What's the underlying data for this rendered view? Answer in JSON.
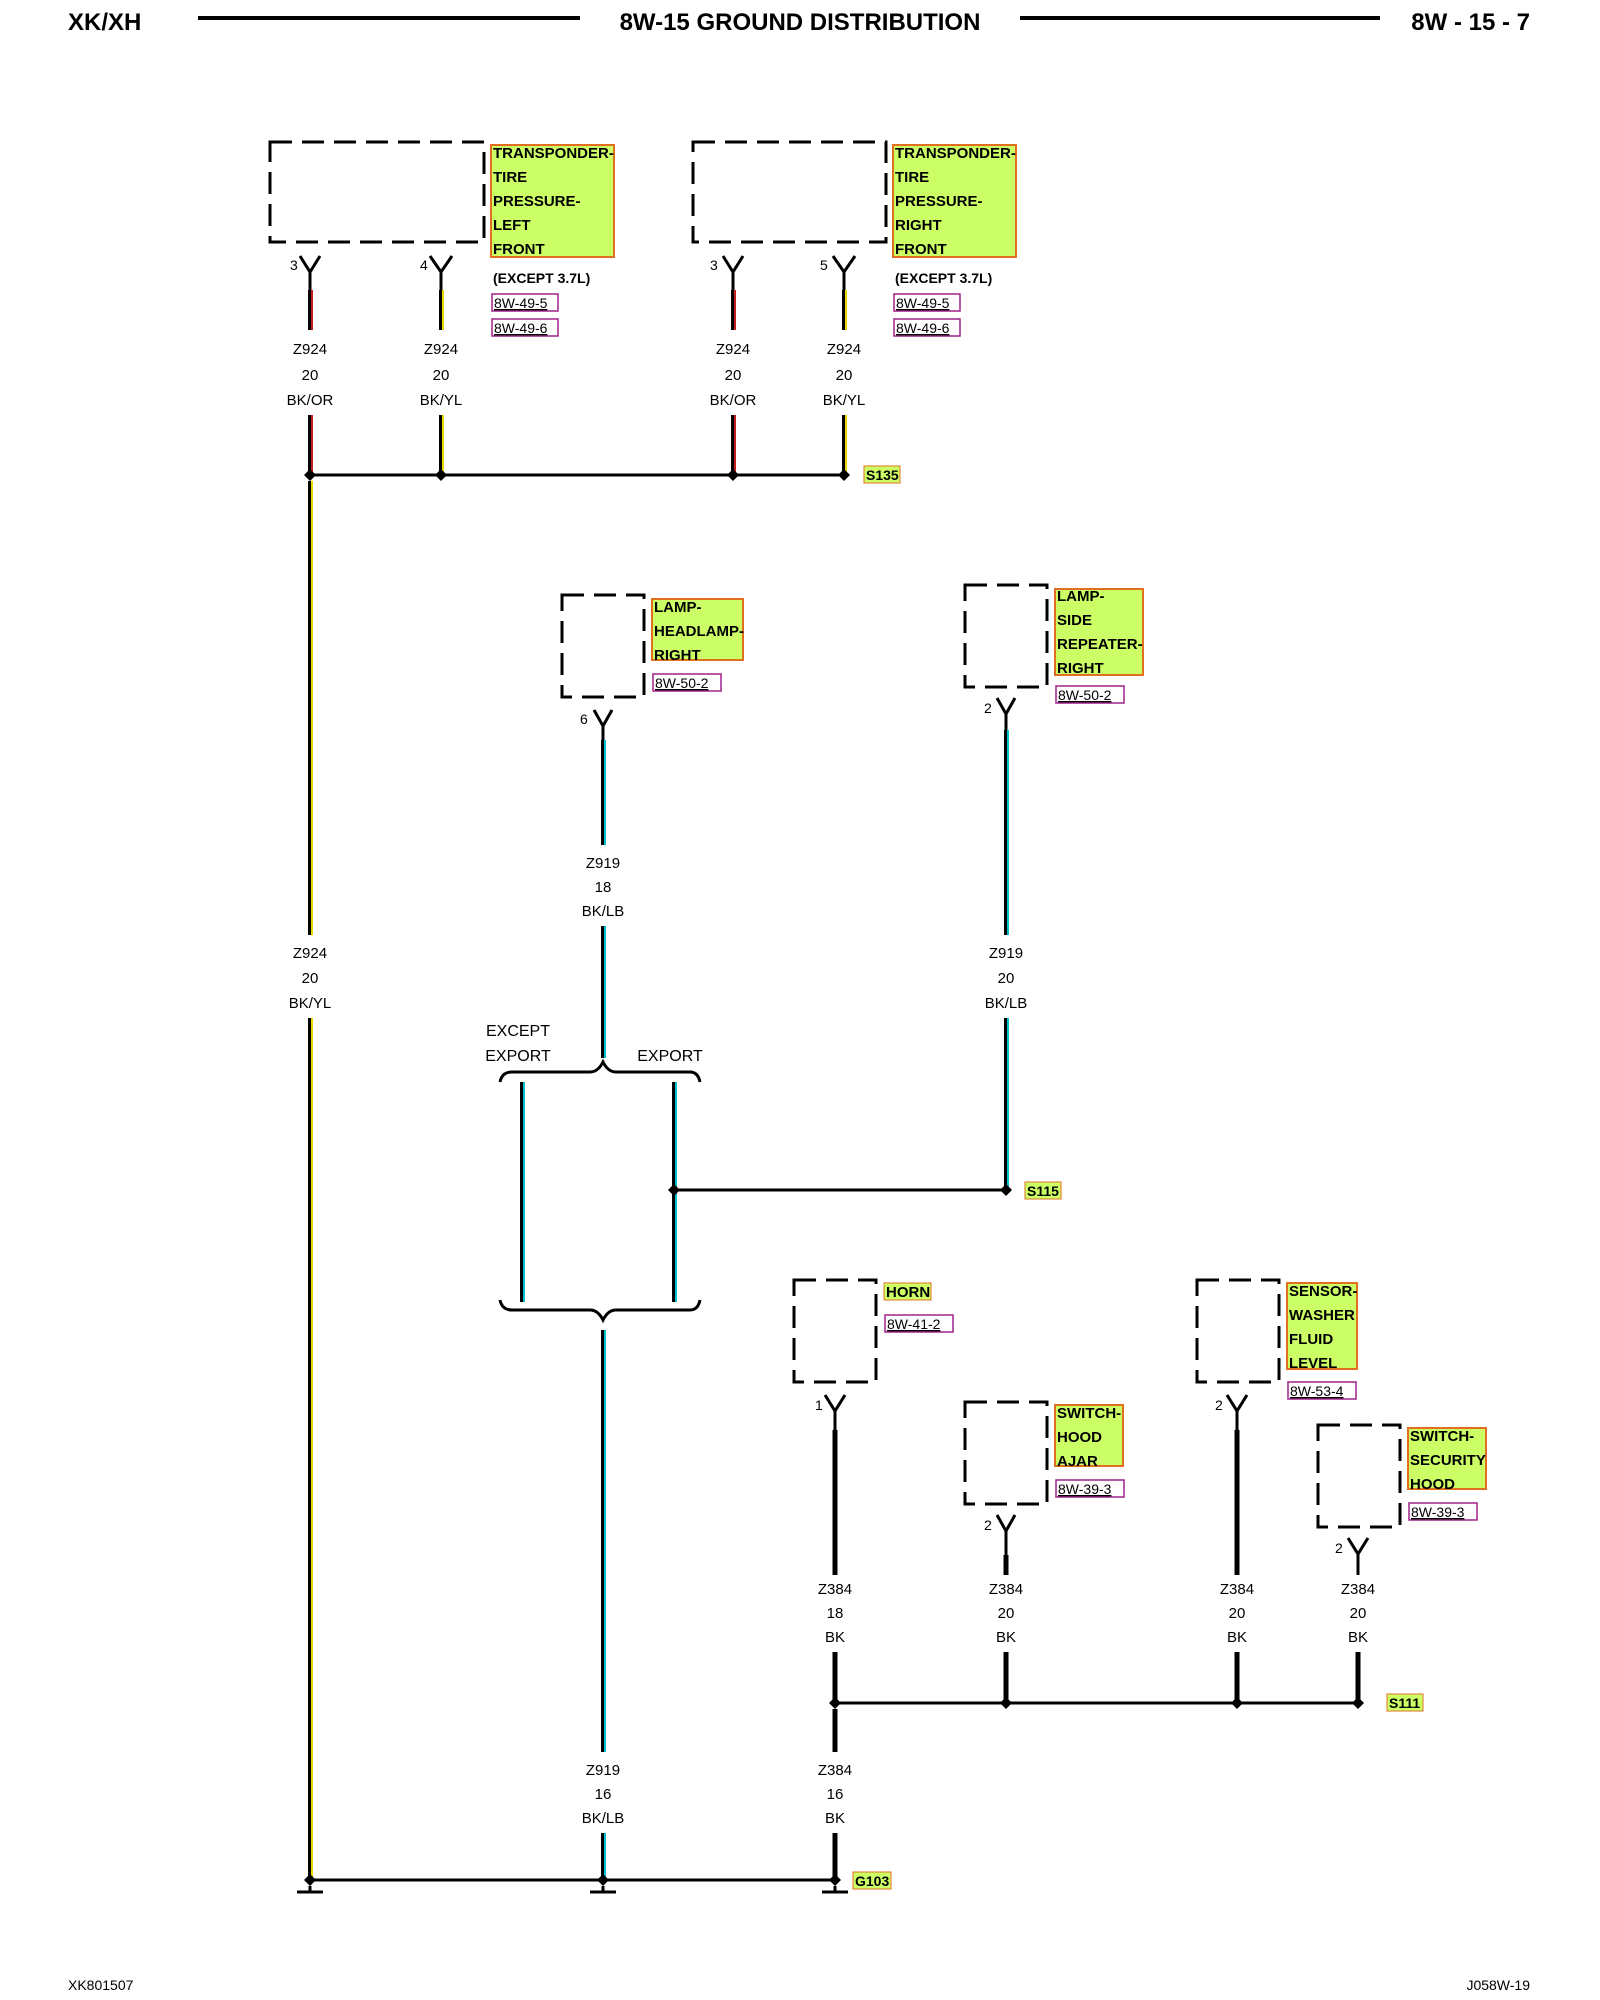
{
  "header": {
    "left": "XK/XH",
    "center": "8W-15 GROUND DISTRIBUTION",
    "right": "8W - 15 - 7"
  },
  "footer": {
    "left": "XK801507",
    "right": "J058W-19"
  },
  "colors": {
    "label_fill": "#ccff66",
    "label_border": "#e07020",
    "ref_border": "#a0208a",
    "wire_yellow": "#e8d800",
    "wire_red": "#c02020",
    "wire_blue": "#00c0d0",
    "ink": "#000000"
  },
  "components": {
    "tpms_lf": {
      "name_lines": [
        "TRANSPONDER-",
        "TIRE",
        "PRESSURE-",
        "LEFT",
        "FRONT"
      ],
      "note": "(EXCEPT 3.7L)",
      "refs": [
        "8W-49-5",
        "8W-49-6"
      ],
      "pins": [
        "3",
        "4"
      ]
    },
    "tpms_rf": {
      "name_lines": [
        "TRANSPONDER-",
        "TIRE",
        "PRESSURE-",
        "RIGHT",
        "FRONT"
      ],
      "note": "(EXCEPT 3.7L)",
      "refs": [
        "8W-49-5",
        "8W-49-6"
      ],
      "pins": [
        "3",
        "5"
      ]
    },
    "headlamp_r": {
      "name_lines": [
        "LAMP-",
        "HEADLAMP-",
        "RIGHT"
      ],
      "refs": [
        "8W-50-2"
      ],
      "pins": [
        "6"
      ]
    },
    "side_repeater_r": {
      "name_lines": [
        "LAMP-",
        "SIDE",
        "REPEATER-",
        "RIGHT"
      ],
      "refs": [
        "8W-50-2"
      ],
      "pins": [
        "2"
      ]
    },
    "horn": {
      "name_lines": [
        "HORN"
      ],
      "refs": [
        "8W-41-2"
      ],
      "pins": [
        "1"
      ]
    },
    "hood_ajar": {
      "name_lines": [
        "SWITCH-",
        "HOOD",
        "AJAR"
      ],
      "refs": [
        "8W-39-3"
      ],
      "pins": [
        "2"
      ]
    },
    "washer_sensor": {
      "name_lines": [
        "SENSOR-",
        "WASHER",
        "FLUID",
        "LEVEL"
      ],
      "refs": [
        "8W-53-4"
      ],
      "pins": [
        "2"
      ]
    },
    "security_hood": {
      "name_lines": [
        "SWITCH-",
        "SECURITY",
        "HOOD"
      ],
      "refs": [
        "8W-39-3"
      ],
      "pins": [
        "2"
      ]
    }
  },
  "wires": {
    "w1": [
      "Z924",
      "20",
      "BK/OR"
    ],
    "w2": [
      "Z924",
      "20",
      "BK/YL"
    ],
    "w3": [
      "Z924",
      "20",
      "BK/OR"
    ],
    "w4": [
      "Z924",
      "20",
      "BK/YL"
    ],
    "w5": [
      "Z924",
      "20",
      "BK/YL"
    ],
    "w6": [
      "Z919",
      "18",
      "BK/LB"
    ],
    "w7": [
      "Z919",
      "20",
      "BK/LB"
    ],
    "w8": [
      "Z919",
      "16",
      "BK/LB"
    ],
    "w9": [
      "Z384",
      "18",
      "BK"
    ],
    "w10": [
      "Z384",
      "20",
      "BK"
    ],
    "w11": [
      "Z384",
      "20",
      "BK"
    ],
    "w12": [
      "Z384",
      "20",
      "BK"
    ],
    "w13": [
      "Z384",
      "16",
      "BK"
    ]
  },
  "splices": {
    "s135": "S135",
    "s115": "S115",
    "s111": "S111",
    "g103": "G103"
  },
  "conditions": {
    "except_export_lines": [
      "EXCEPT",
      "EXPORT"
    ],
    "export": "EXPORT"
  }
}
